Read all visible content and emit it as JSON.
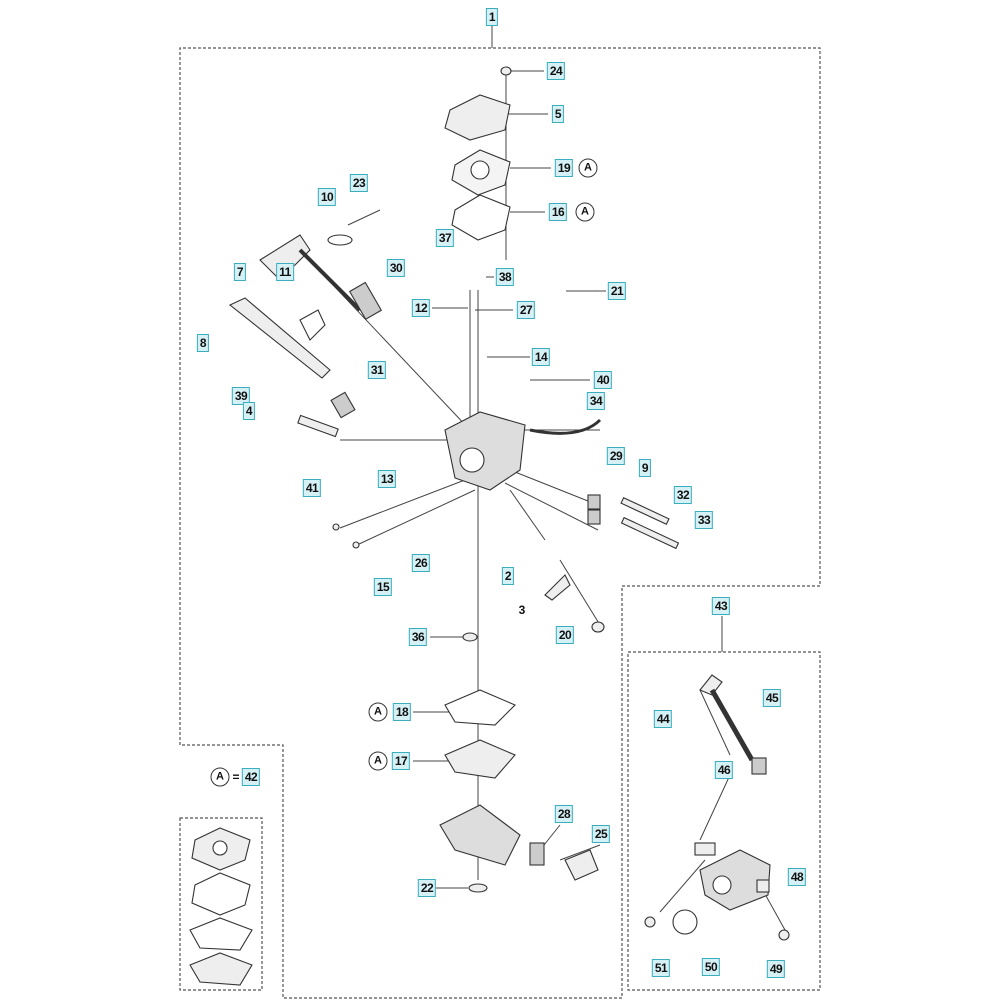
{
  "parts": [
    {
      "id": "p1",
      "num": "1"
    },
    {
      "id": "p24",
      "num": "24"
    },
    {
      "id": "p5",
      "num": "5"
    },
    {
      "id": "p19",
      "num": "19"
    },
    {
      "id": "p16",
      "num": "16"
    },
    {
      "id": "p23",
      "num": "23"
    },
    {
      "id": "p10",
      "num": "10"
    },
    {
      "id": "p37",
      "num": "37"
    },
    {
      "id": "p38",
      "num": "38"
    },
    {
      "id": "p21",
      "num": "21"
    },
    {
      "id": "p30",
      "num": "30"
    },
    {
      "id": "p11",
      "num": "11"
    },
    {
      "id": "p12",
      "num": "12"
    },
    {
      "id": "p27",
      "num": "27"
    },
    {
      "id": "p7",
      "num": "7"
    },
    {
      "id": "p8",
      "num": "8"
    },
    {
      "id": "p14",
      "num": "14"
    },
    {
      "id": "p40",
      "num": "40"
    },
    {
      "id": "p31",
      "num": "31"
    },
    {
      "id": "p39",
      "num": "39"
    },
    {
      "id": "p4",
      "num": "4"
    },
    {
      "id": "p34",
      "num": "34"
    },
    {
      "id": "p29",
      "num": "29"
    },
    {
      "id": "p9",
      "num": "9"
    },
    {
      "id": "p13",
      "num": "13"
    },
    {
      "id": "p41",
      "num": "41"
    },
    {
      "id": "p32",
      "num": "32"
    },
    {
      "id": "p33",
      "num": "33"
    },
    {
      "id": "p26",
      "num": "26"
    },
    {
      "id": "p15",
      "num": "15"
    },
    {
      "id": "p2",
      "num": "2"
    },
    {
      "id": "p3",
      "num": "3"
    },
    {
      "id": "p20",
      "num": "20"
    },
    {
      "id": "p36",
      "num": "36"
    },
    {
      "id": "p43",
      "num": "43"
    },
    {
      "id": "p44",
      "num": "44"
    },
    {
      "id": "p45",
      "num": "45"
    },
    {
      "id": "p18",
      "num": "18"
    },
    {
      "id": "p17",
      "num": "17"
    },
    {
      "id": "p46",
      "num": "46"
    },
    {
      "id": "p42",
      "num": "42"
    },
    {
      "id": "p28",
      "num": "28"
    },
    {
      "id": "p25",
      "num": "25"
    },
    {
      "id": "p48",
      "num": "48"
    },
    {
      "id": "p22",
      "num": "22"
    },
    {
      "id": "p51",
      "num": "51"
    },
    {
      "id": "p50",
      "num": "50"
    },
    {
      "id": "p49",
      "num": "49"
    }
  ],
  "kit_marker": "A",
  "kit_equals": "="
}
